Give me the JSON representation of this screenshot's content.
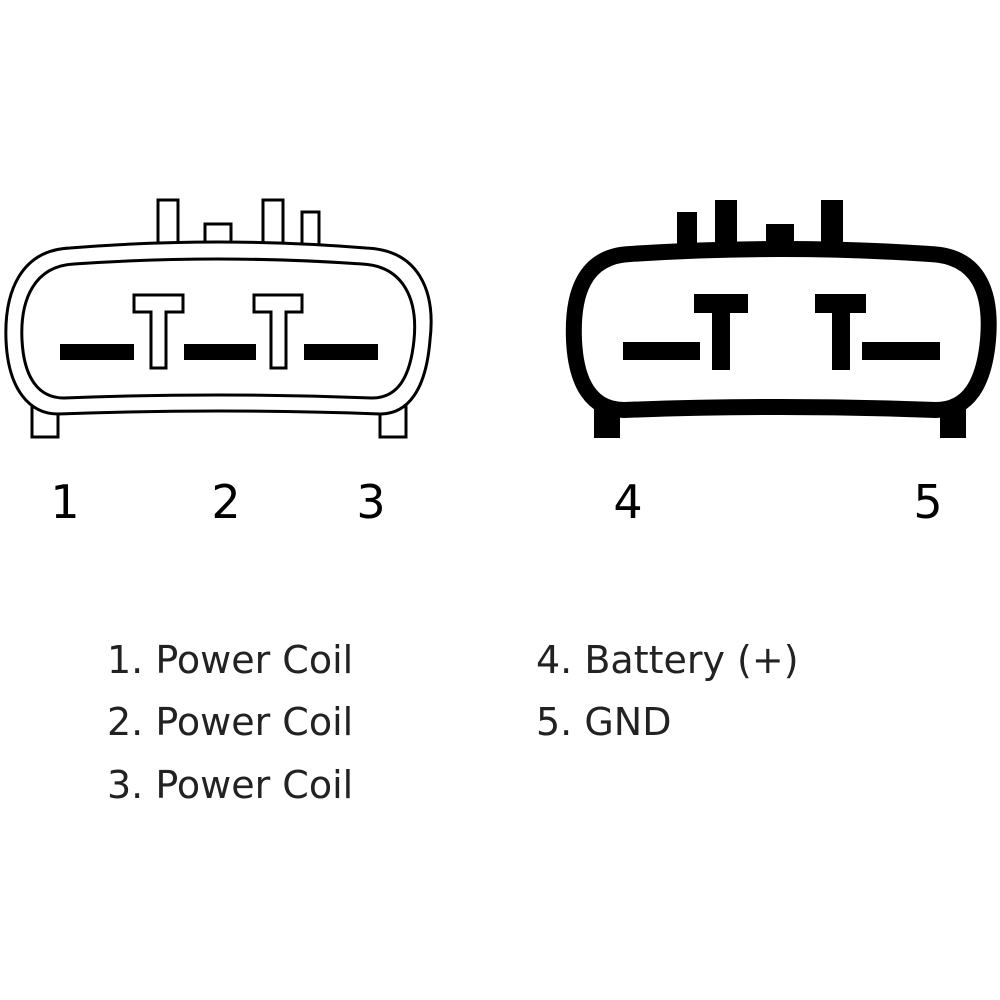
{
  "connector_left": {
    "pins": [
      "1",
      "2",
      "3"
    ]
  },
  "connector_right": {
    "pins": [
      "4",
      "5"
    ]
  },
  "legend": {
    "left": [
      "1. Power Coil",
      "2. Power Coil",
      "3. Power Coil"
    ],
    "right": [
      "4. Battery (+)",
      "5. GND"
    ]
  },
  "colors": {
    "line": "#000000",
    "background": "#ffffff",
    "text": "#222222"
  }
}
